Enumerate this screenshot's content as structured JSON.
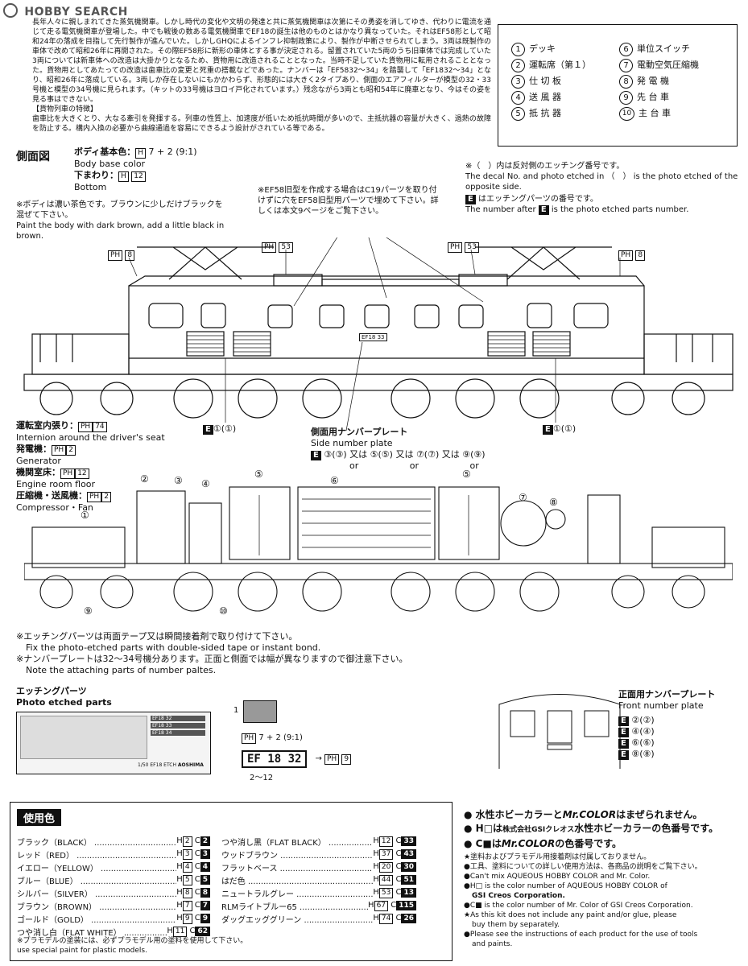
{
  "watermark": "HOBBY SEARCH",
  "intro": {
    "paragraphs": [
      "長年人々に親しまれてきた蒸気機関車。しかし時代の変化や文明の発達と共に蒸気機関車は次第にその勇姿を消してゆき、代わりに電流を通じて走る電気機関車が登場した。中でも戦後の数ある電気機関車でEF18の誕生は他のものとはかなり異なっていた。それはEF58形として昭和24年の落成を目指して先行製作が進んでいた。しかしGHQによるインフレ抑制政策により、製作が中断させられてしまう。",
      "3両は既製作の車体で改めて昭和26年に再開された。その際EF58形に新形の車体とする事が決定される。留置されていた5両のうち旧車体では完成していた3両については新車体への改造は大掛かりとなるため、貨物用に改造されることとなった。当時不足していた貨物用に転用されることとなった。貨物用としてあたっての改造は歯車比の変更と死重の搭載などであった。ナンバーは「EF5832〜34」を踏襲して「EF1832〜34」となり、昭和26年に落成している。",
      "3両しか存在しないにもかかわらず、形態的には大きく2タイプあり、側面のエアフィルターが模型の32・33号機と模型の34号機に見られます。（キットの33号機はヨロイ戸化されています。）残念ながら3両とも昭和54年に廃車となり、今はその姿を見る事はできない。"
    ],
    "subheading": "【貨物列車の特徴】",
    "closing": "歯車比を大きくとり、大なる牽引を発揮する。列車の性質上、加速度が低いため抵抗時間が多いので、主抵抗器の容量が大きく、過熱の故障を防止する。構内入換の必要から曲線通過を容易にできるよう設計がされている等である。"
  },
  "legend": {
    "left": [
      {
        "num": "1",
        "label": "デッキ"
      },
      {
        "num": "2",
        "label": "運転席（第１）"
      },
      {
        "num": "3",
        "label": "仕 切 板"
      },
      {
        "num": "4",
        "label": "送 風 器"
      },
      {
        "num": "5",
        "label": "抵 抗 器"
      }
    ],
    "right": [
      {
        "num": "6",
        "label": "単位スイッチ"
      },
      {
        "num": "7",
        "label": "電動空気圧縮機"
      },
      {
        "num": "8",
        "label": "発 電 機"
      },
      {
        "num": "9",
        "label": "先 台 車"
      },
      {
        "num": "10",
        "label": "主 台 車"
      }
    ]
  },
  "side_view": {
    "title": "側面図",
    "body_color_jp": "ボディ基本色：",
    "body_color_formula": "7 + 2 (9:1)",
    "body_color_en": "Body base color",
    "bottom_jp": "下まわり：",
    "bottom_code": "12",
    "bottom_en": "Bottom",
    "note_brown_jp": "※ボディは濃い茶色です。ブラウンに少しだけブラックを混ぜて下さい。",
    "note_brown_en": "Paint the body with dark brown, add a little black in brown.",
    "note_ef58_jp": "※EF58旧型を作成する場合はC19パーツを取り付けずに穴をEF58旧型用パーツで埋めて下さい。詳しくは本文9ページをご覧下さい。",
    "note_opposite_jp": "※（　）内は反対側のエッチング番号です。",
    "note_opposite_en": "The decal No. and photo etched in （　） is the  photo etched of the opposite side.",
    "note_e_jp": "はエッチングパーツの番号です。",
    "note_e_en": "The number after",
    "note_e_en2": "is the photo etched parts  number.",
    "e_letter": "E",
    "ph_labels": [
      "8",
      "53",
      "53",
      "8"
    ],
    "callout_e_left": "①(①)",
    "callout_e_right": "①(①)",
    "number_plate_tag": "EF18 33"
  },
  "lower_notes": [
    {
      "jp": "運転室内張り：",
      "code": "74",
      "en": "Internion around the driver's seat"
    },
    {
      "jp": "発電機：",
      "code": "2",
      "en": "Generator"
    },
    {
      "jp": "機関室床：",
      "code": "12",
      "en": "Engine room floor"
    },
    {
      "jp": "圧縮機・送風機：",
      "code": "2",
      "en": "Compressor・Fan"
    }
  ],
  "side_plate": {
    "jp": "側面用ナンバープレート",
    "en": "Side number plate",
    "options": "③(③) 又は ⑤(⑤) 又は ⑦(⑦) 又は ⑨(⑨)",
    "or": "or"
  },
  "part_numbers": [
    "①",
    "②",
    "③",
    "④",
    "⑤",
    "⑥",
    "⑤",
    "⑦",
    "⑧",
    "⑨",
    "⑩"
  ],
  "etch_notes": [
    {
      "jp": "※エッチングパーツは両面テープ又は瞬間接着剤で取り付けて下さい。",
      "en": "Fix the photo-etched parts with double-sided tape or instant bond."
    },
    {
      "jp": "※ナンバープレートは32〜34号機分あります。正面と側面では幅が異なりますので御注意下さい。",
      "en": "Note the attaching parts of number paltes."
    }
  ],
  "photo_etched": {
    "jp": "エッチングパーツ",
    "en": "Photo etched parts",
    "sheet_brand": "AOSHIMA",
    "sheet_code": "1/50 EF18 ETCH",
    "plate_strips": [
      "EF18 32",
      "EF18 33",
      "EF18 34"
    ],
    "part1_num": "1",
    "part1_formula": "7 + 2 (9:1)",
    "plate_text": "EF 18 32",
    "plate_code": "9",
    "range": "2〜12"
  },
  "front_plate": {
    "jp": "正面用ナンバープレート",
    "en": "Front number plate",
    "items": [
      "②(②)",
      "④(④)",
      "⑥(⑥)",
      "⑧(⑧)"
    ]
  },
  "colors_used": {
    "title": "使用色",
    "left": [
      {
        "name": "ブラック（BLACK）",
        "h": "2",
        "c": "2"
      },
      {
        "name": "レッド（RED）",
        "h": "3",
        "c": "3"
      },
      {
        "name": "イエロー（YELLOW）",
        "h": "4",
        "c": "4"
      },
      {
        "name": "ブルー（BLUE）",
        "h": "5",
        "c": "5"
      },
      {
        "name": "シルバー（SILVER）",
        "h": "8",
        "c": "8"
      },
      {
        "name": "ブラウン（BROWN）",
        "h": "7",
        "c": "7"
      },
      {
        "name": "ゴールド（GOLD）",
        "h": "9",
        "c": "9"
      },
      {
        "name": "つや消し白（FLAT WHITE）",
        "h": "11",
        "c": "62"
      }
    ],
    "right": [
      {
        "name": "つや消し黒（FLAT BLACK）",
        "h": "12",
        "c": "33"
      },
      {
        "name": "ウッドブラウン",
        "h": "37",
        "c": "43"
      },
      {
        "name": "フラットベース",
        "h": "20",
        "c": "30"
      },
      {
        "name": "はだ色",
        "h": "44",
        "c": "51"
      },
      {
        "name": "ニュートラルグレー",
        "h": "53",
        "c": "13"
      },
      {
        "name": "RLMライトブルー65",
        "h": "67",
        "c": "115"
      },
      {
        "name": "ダッグエッググリーン",
        "h": "74",
        "c": "26"
      }
    ],
    "footnote_jp": "※プラモデルの塗装には、必ずプラモデル用の塗料を使用して下さい。",
    "footnote_en": "use special paint for plastic models."
  },
  "paint_info": {
    "line1_a": "水性ホビーカラー",
    "line1_b": "と",
    "line1_c": "Mr.COLOR",
    "line1_d": "はまぜられません。",
    "line2_a": "H□",
    "line2_b": "は",
    "line2_c": "株式会社GSIクレオス",
    "line2_d": "水性ホビーカラー",
    "line2_e": "の色番号です。",
    "line3_a": "C■",
    "line3_b": "は",
    "line3_c": "Mr.COLOR",
    "line3_d": "の色番号です。",
    "notes": [
      "★塗料およびプラモデル用接着剤は付属しておりません。",
      "●工具、塗料についての詳しい使用方法は、各商品の説明をご覧下さい。",
      "●Can't mix AQUEOUS HOBBY COLOR and Mr. Color.",
      "●H□ is the color number of AQUEOUS HOBBY COLOR of",
      "GSI Creos Corporation.",
      "●C■ is the color number of Mr. Color of GSI Creos Corporation.",
      "★As this kit does not include any paint and/or glue, please",
      "buy them by separately.",
      "●Please see the instructions of each product for the use of tools",
      "and paints."
    ]
  }
}
